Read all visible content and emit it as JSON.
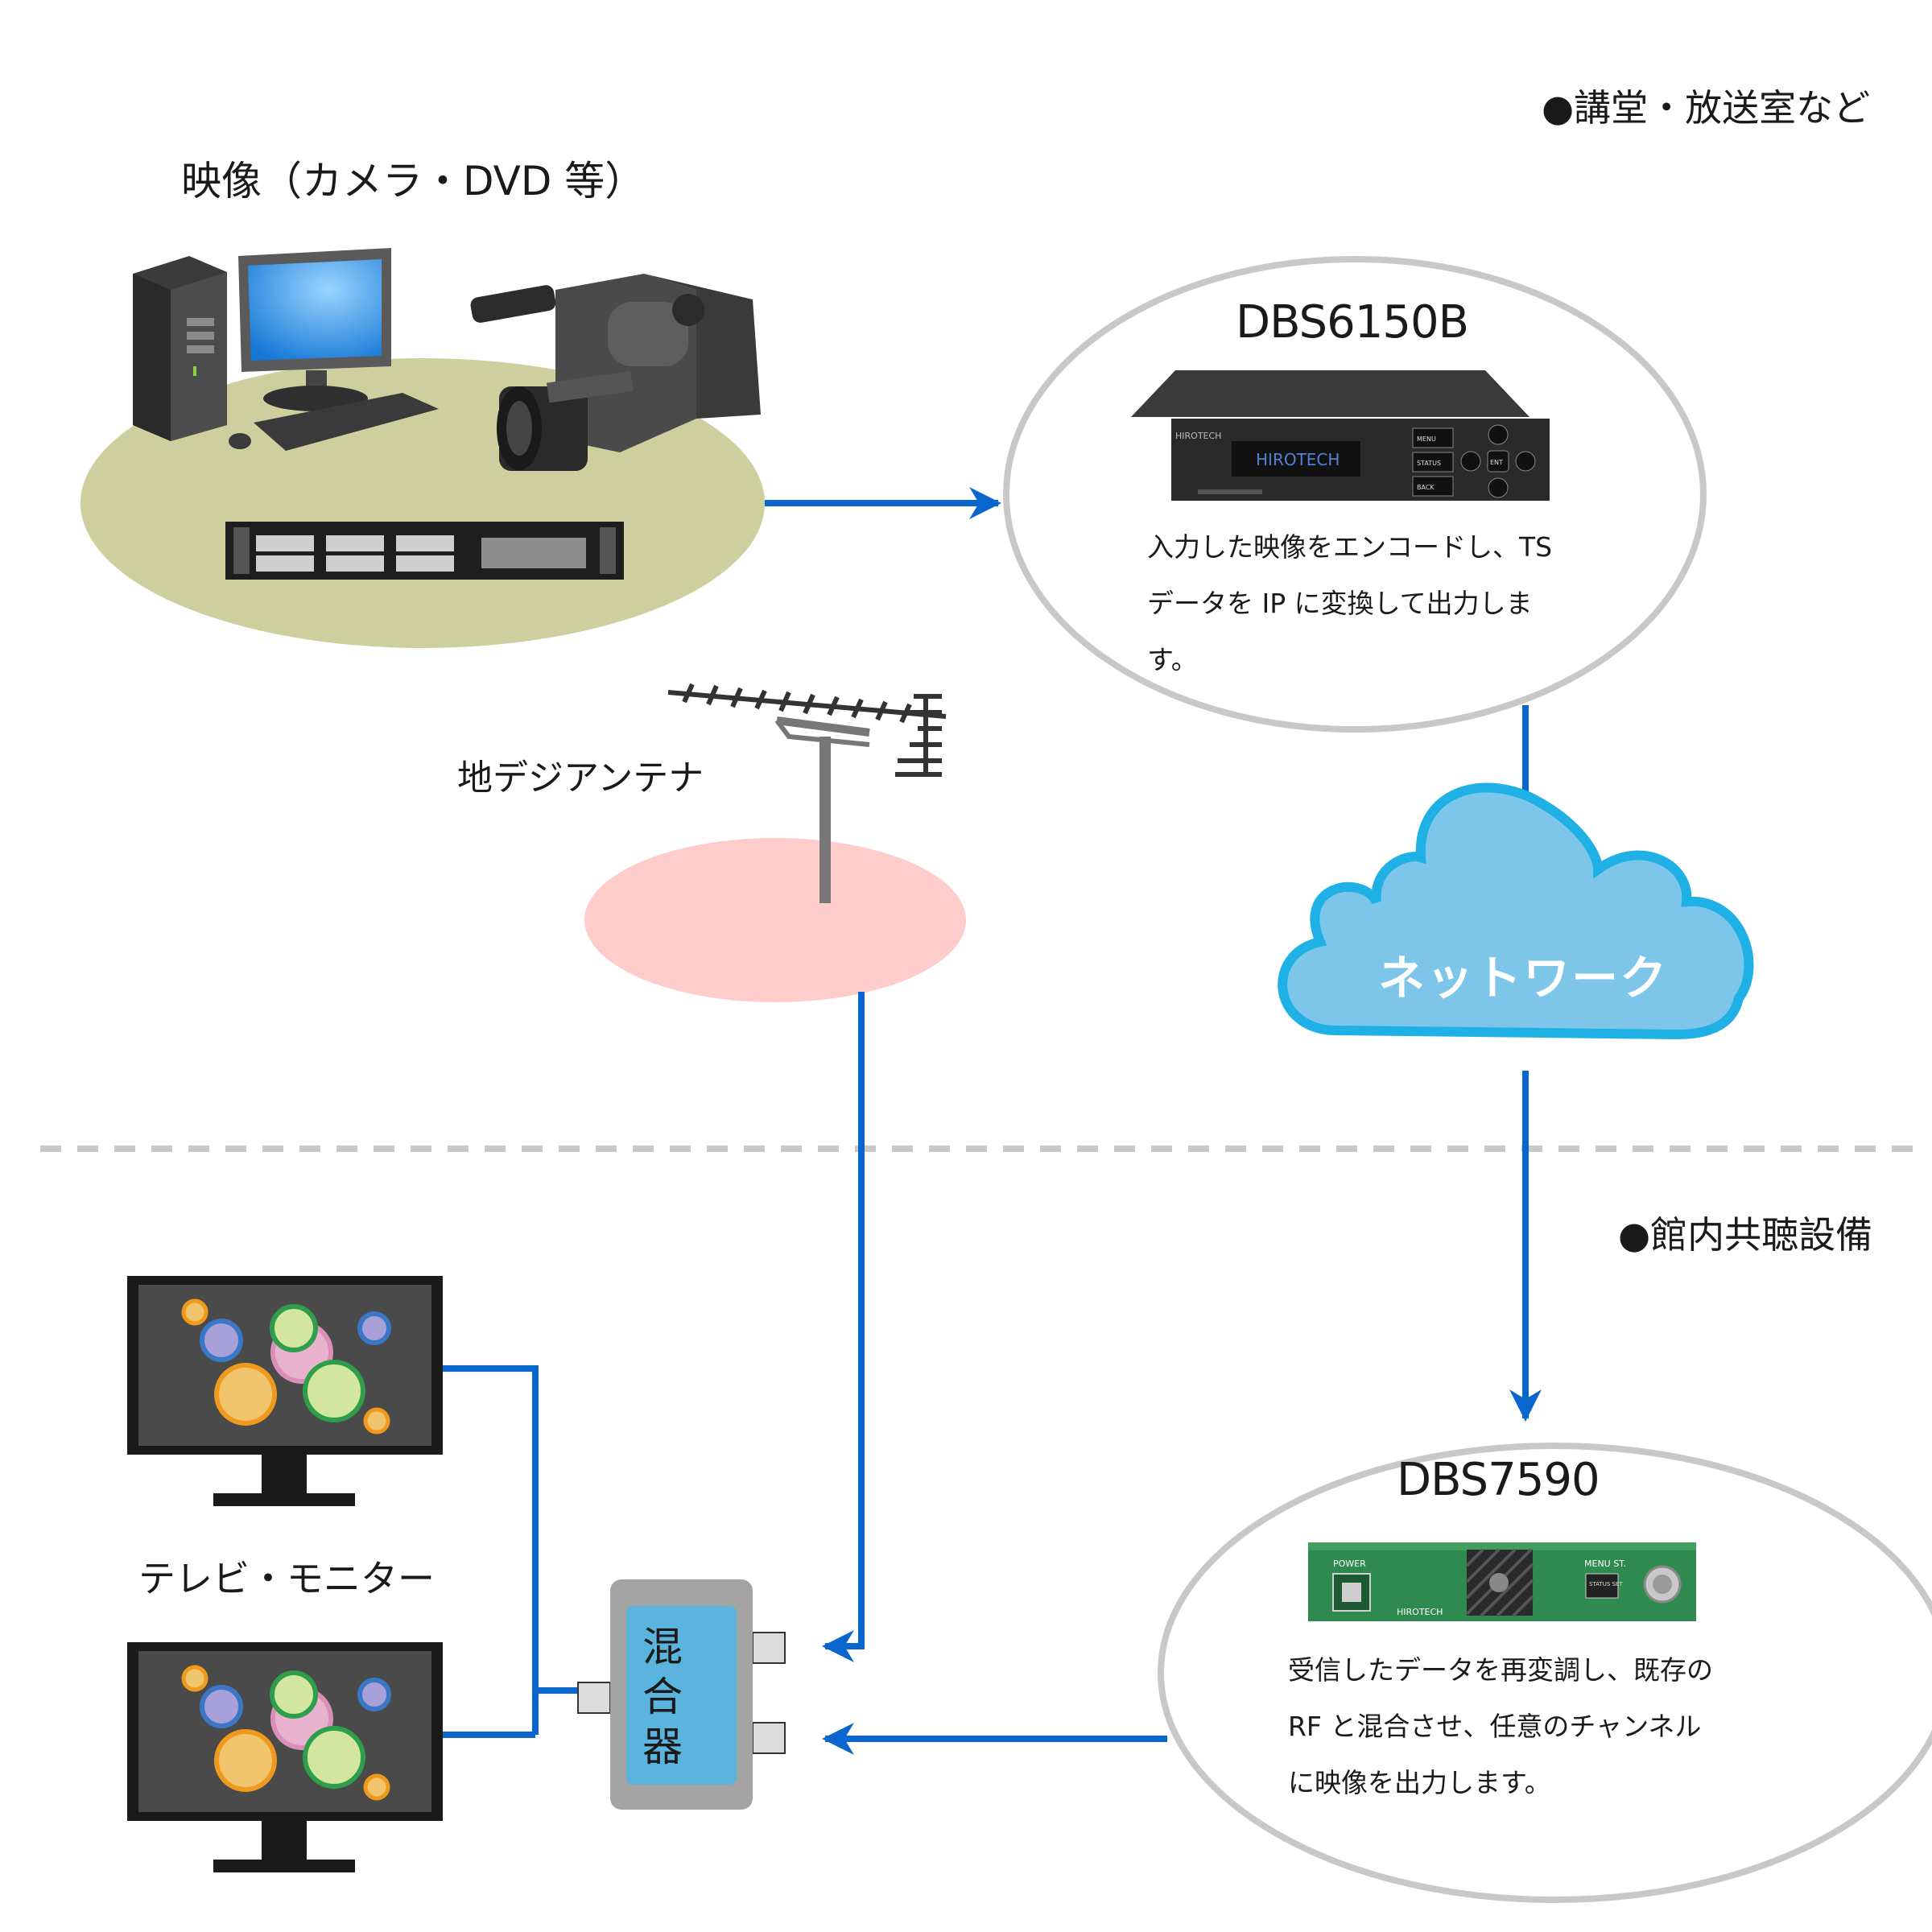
{
  "sections": {
    "top": "●講堂・放送室など",
    "bottom": "●館内共聴設備"
  },
  "source": {
    "label": "映像（カメラ・DVD 等）"
  },
  "antenna": {
    "label": "地デジアンテナ"
  },
  "encoder": {
    "title": "DBS6150B",
    "brand": "HIROTECH",
    "buttons": [
      "MENU",
      "STATUS",
      "BACK",
      "ENT"
    ],
    "description": "入力した映像をエンコードし、TS データを IP に変換して出力します。"
  },
  "network": {
    "label": "ネットワーク"
  },
  "modulator": {
    "title": "DBS7590",
    "power_label": "POWER",
    "menu_label": "MENU ST.",
    "status_label": "STATUS SET",
    "brand": "HIROTECH",
    "description": "受信したデータを再変調し、既存の RF と混合させ、任意のチャンネルに映像を出力します。"
  },
  "monitors": {
    "label": "テレビ・モニター"
  },
  "mixer": {
    "label": "混合器"
  },
  "colors": {
    "connector_line": "#0a66cc",
    "source_ellipse": "#cdd09e",
    "antenna_ellipse": "#ffcccc",
    "cloud_fill": "#7dc6ea",
    "cloud_stroke": "#1fb1e6",
    "device_ellipse_stroke": "#c8c8c8",
    "modulator_panel": "#2e8a4e",
    "mixer_body": "#a4a4a4",
    "mixer_label_bg": "#5ab4dd",
    "divider": "#c8c8c8"
  }
}
